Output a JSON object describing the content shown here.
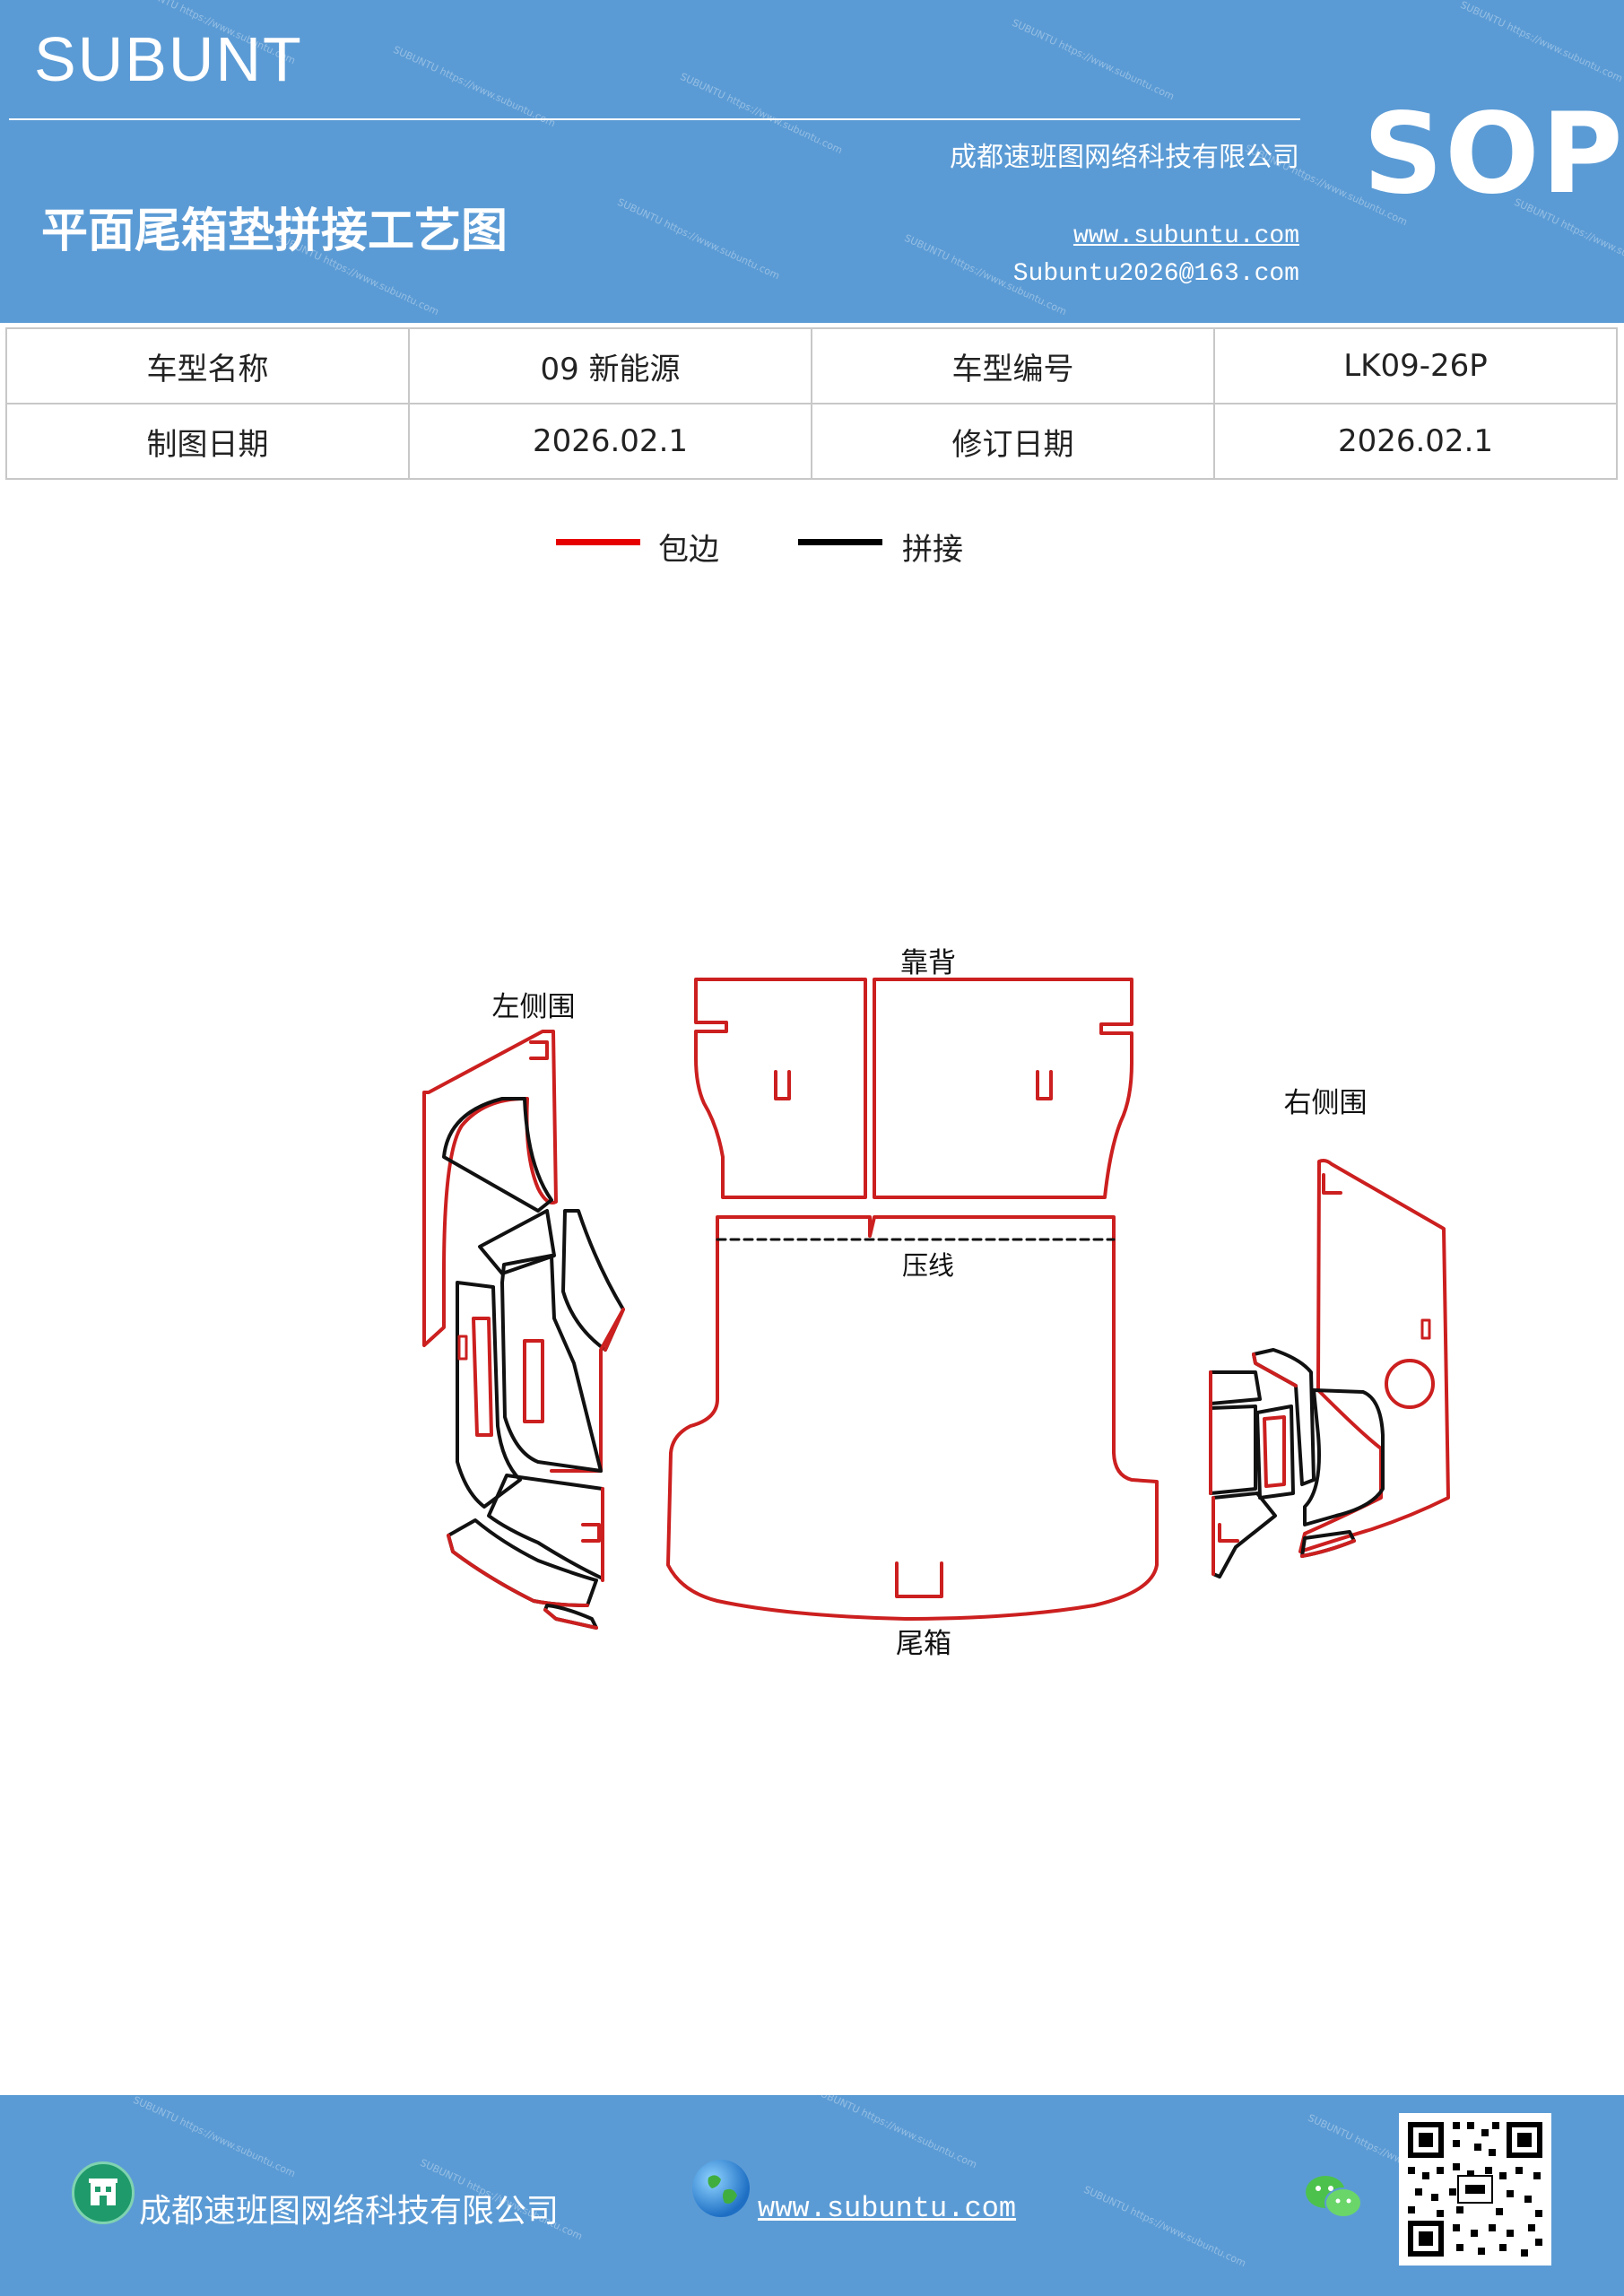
{
  "header": {
    "brand": "SUBUNT",
    "title": "平面尾箱垫拼接工艺图",
    "company": "成都速班图网络科技有限公司",
    "website": "www.subuntu.com",
    "email": "Subuntu2026@163.com",
    "badge": "SOP"
  },
  "info_table": {
    "rows": [
      [
        "车型名称",
        "09 新能源",
        "车型编号",
        "LK09-26P"
      ],
      [
        "制图日期",
        "2026.02.1",
        "修订日期",
        "2026.02.1"
      ]
    ]
  },
  "legend": [
    {
      "label": "包边",
      "color": "#e60000"
    },
    {
      "label": "拼接",
      "color": "#000000"
    }
  ],
  "diagram": {
    "left_side": "左侧围",
    "backrest": "靠背",
    "crease": "压线",
    "trunk": "尾箱",
    "right_side": "右侧围"
  },
  "footer": {
    "company": "成都速班图网络科技有限公司",
    "website": "www.subuntu.com "
  },
  "colors": {
    "header_bg": "#5b9bd5",
    "edge_binding": "#cc1f1f",
    "splice": "#111111"
  }
}
